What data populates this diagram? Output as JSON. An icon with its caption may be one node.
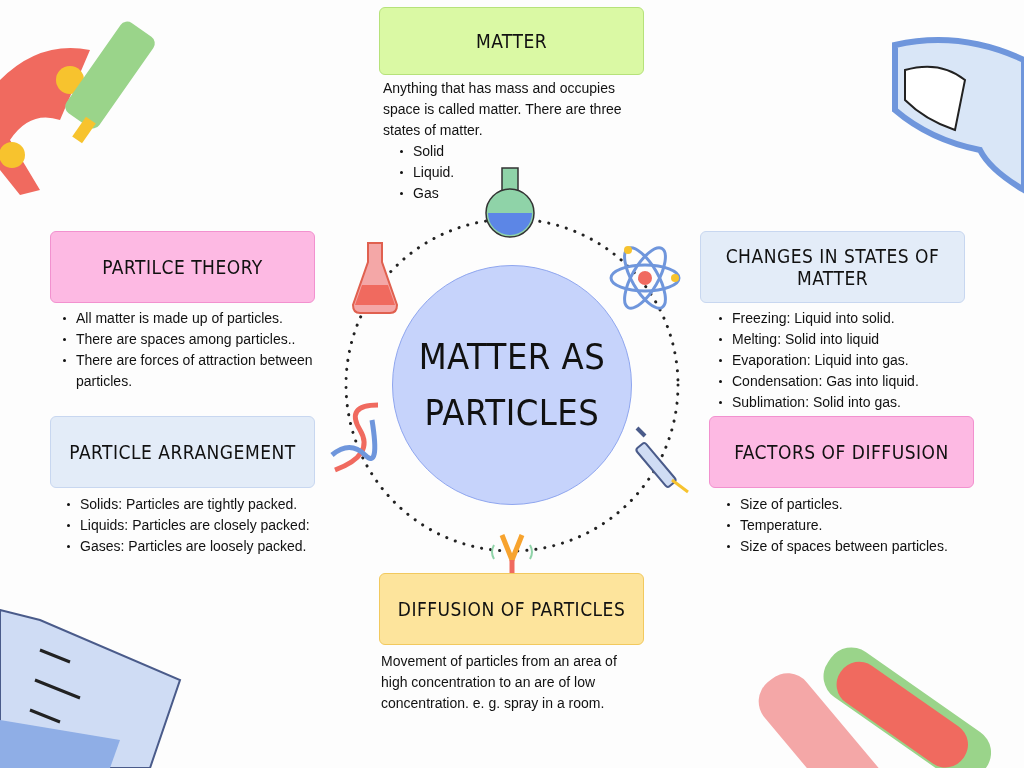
{
  "diagram": {
    "nodes": [
      {
        "text": [
          "MATTER"
        ],
        "beside": [
          "Anything that has mass and occupies space is called matter. There are three states of matter.",
          "Solid",
          "Liquid.",
          "Gas"
        ]
      },
      {
        "text": [
          "PARTILCE THEORY"
        ],
        "beside": [
          "All matter is  made up of particles.",
          "There are spaces among particles..",
          "There are forces of attraction between particles."
        ]
      },
      {
        "text": [
          "CHANGES IN STATES OF MATTER"
        ],
        "beside": [
          "Freezing: Liquid into solid.",
          "Melting: Solid into liquid",
          "Evaporation: Liquid into gas.",
          "Condensation: Gas into liquid.",
          "Sublimation: Solid into gas."
        ]
      },
      {
        "text": [
          "MATTER AS PARTICLES"
        ]
      },
      {
        "text": [
          "PARTICLE ARRANGEMENT"
        ],
        "beside": [
          "Solids: Particles are tightly packed.",
          "Liquids: Particles are closely packed:",
          "Gases: Particles are loosely packed."
        ]
      },
      {
        "text": [
          "FACTORS OF DIFFUSION"
        ],
        "beside": [
          "Size of particles.",
          "Temperature.",
          "Size of spaces between particles."
        ]
      },
      {
        "text": [
          "DIFFUSION OF PARTICLES"
        ],
        "beside": [
          "Movement of particles from an area of high concentration to an are of low concentration. e. g. spray in a room."
        ]
      }
    ],
    "edges": []
  }
}
